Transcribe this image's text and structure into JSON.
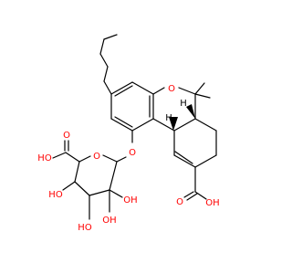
{
  "colors": {
    "background": "#ffffff",
    "bond": "#000000",
    "oxygen": "#ff0000"
  },
  "ring_oxygens": {
    "pyran": "O",
    "sugar": "O",
    "ether": "O"
  },
  "substituents": {
    "ring_carboxyl_oh": "OH",
    "ring_carboxyl_o": "O",
    "sugar_carboxyl_oh": "HO",
    "sugar_carboxyl_o": "O",
    "sugar_oh_left": "HO",
    "sugar_oh_right": "OH",
    "sugar_oh_bottom_left": "HO",
    "sugar_oh_bottom": "OH"
  },
  "stereo": {
    "ring_junction_top": "H",
    "ring_junction_bottom": "H"
  }
}
